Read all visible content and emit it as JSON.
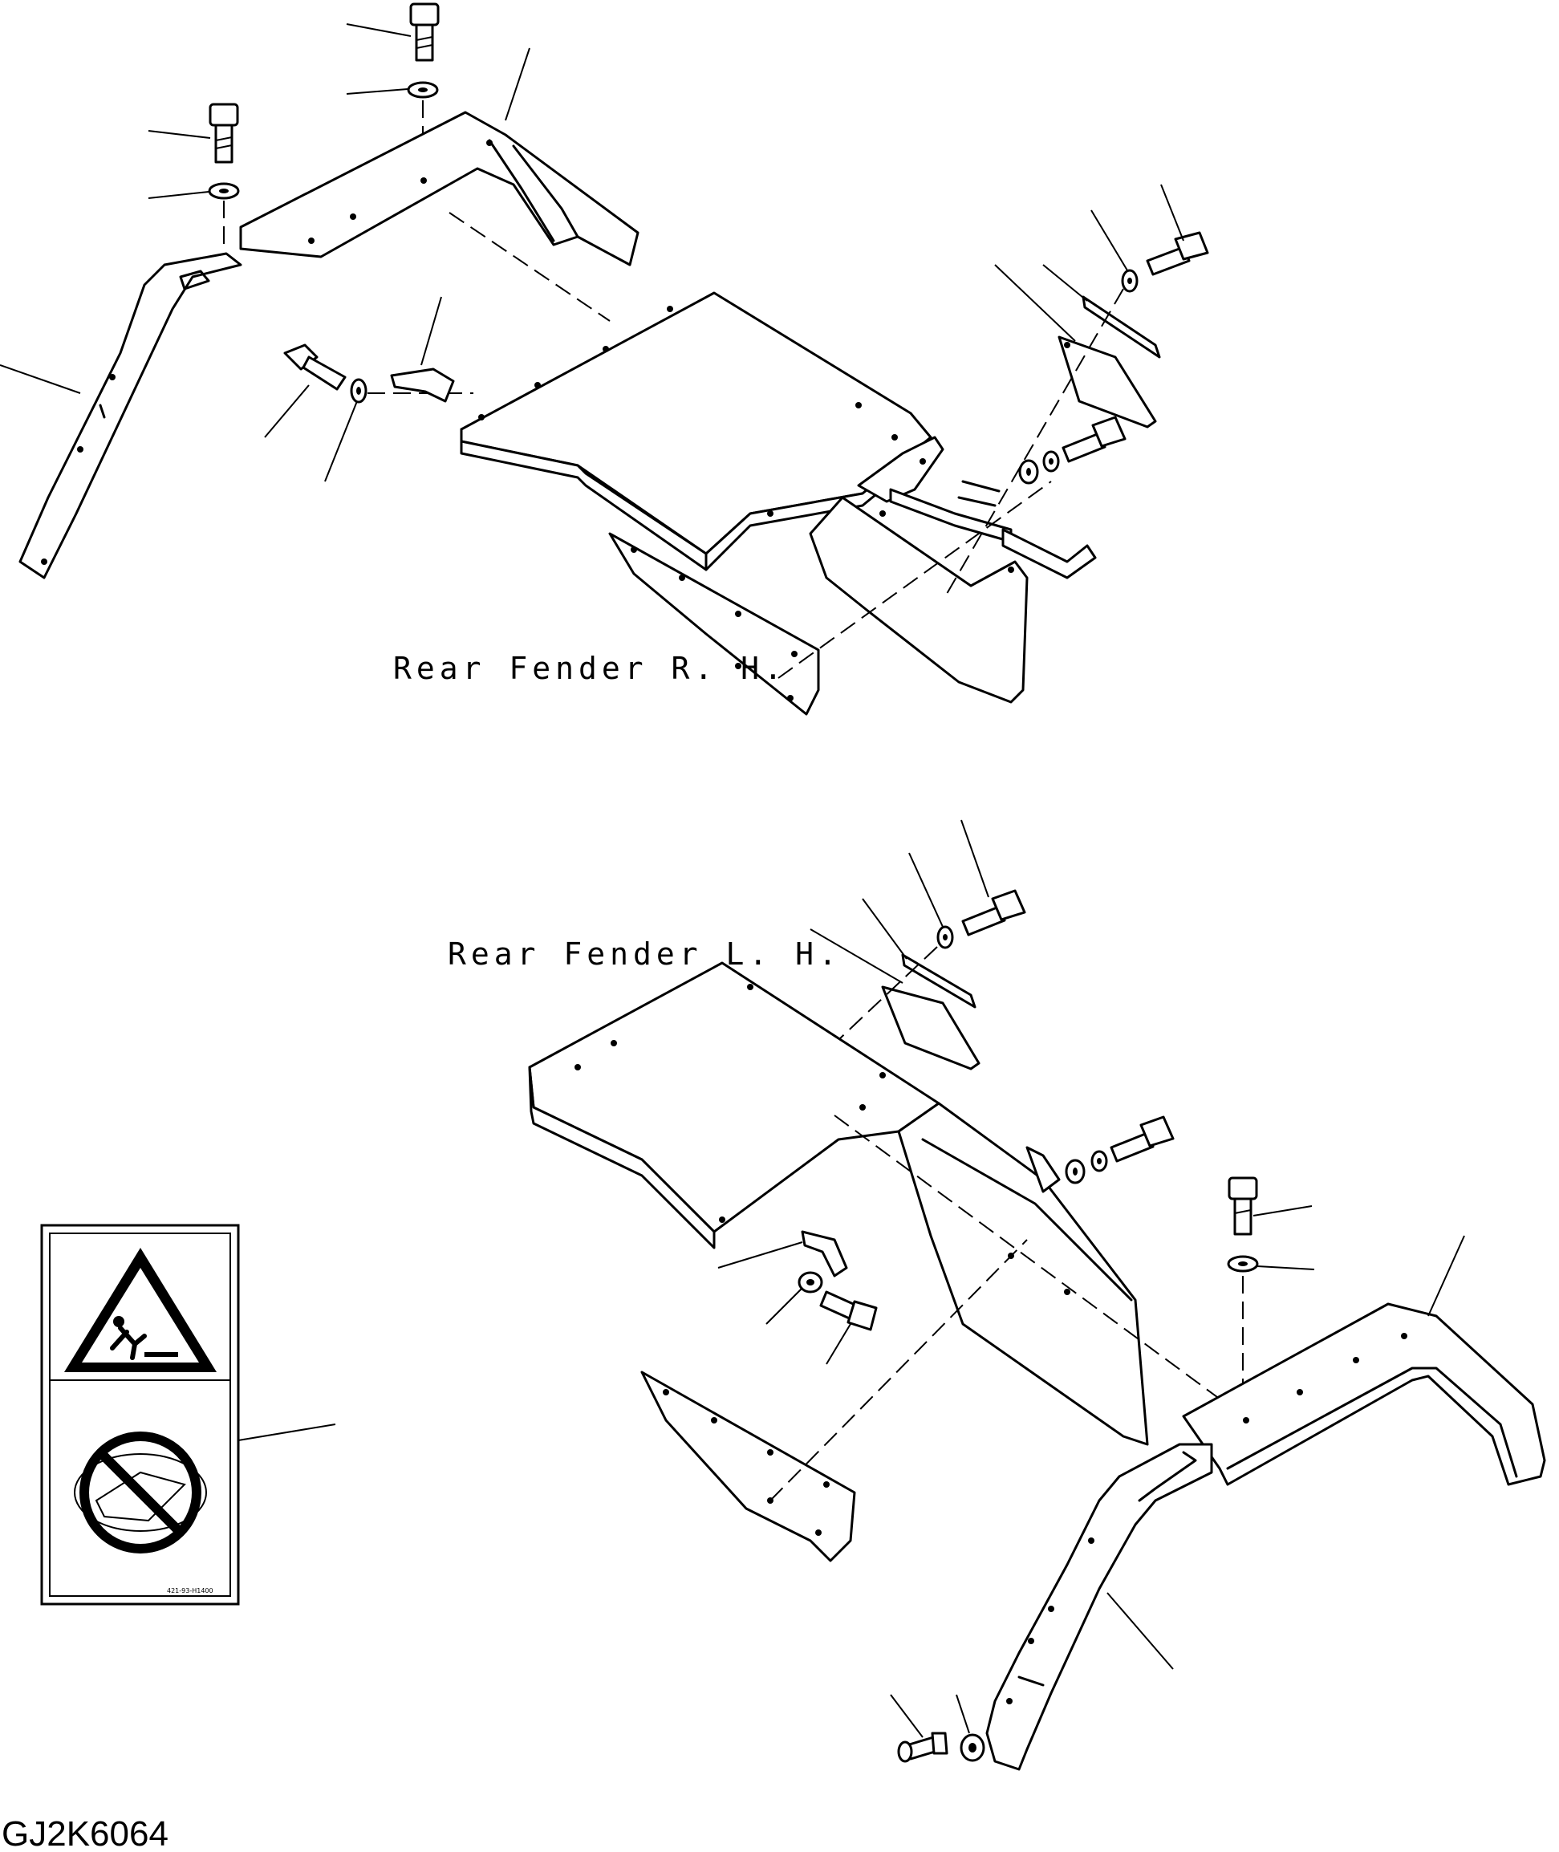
{
  "labels": {
    "rear_fender_rh": "Rear Fender R. H.",
    "rear_fender_lh": "Rear Fender L. H."
  },
  "figure_code": "GJ2K6064",
  "decal": {
    "part_code": "421-93-H1400",
    "warning_icon": "fall-hazard-warning-icon",
    "prohibition_icon": "no-stepping-prohibition-icon"
  }
}
